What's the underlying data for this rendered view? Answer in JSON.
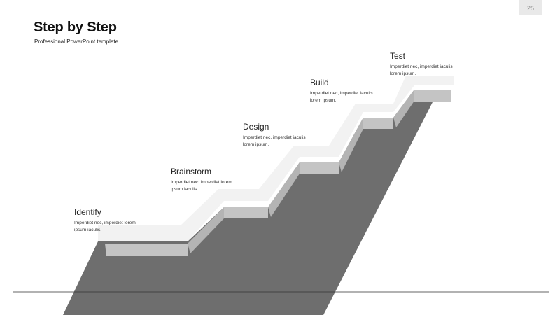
{
  "page_number": "25",
  "header": {
    "title": "Step by Step",
    "subtitle": "Professional PowerPoint template"
  },
  "steps": [
    {
      "title": "Identify",
      "description": "Imperdiet nec, imperdiet lorem ipsum iaculis."
    },
    {
      "title": "Brainstorm",
      "description": "Imperdiet nec, imperdiet lorem ipsum iaculis."
    },
    {
      "title": "Design",
      "description": "Imperdiet nec, imperdiet iaculis lorem ipsum."
    },
    {
      "title": "Build",
      "description": "Imperdiet nec, imperdiet iaculis lorem ipsum."
    },
    {
      "title": "Test",
      "description": "Imperdiet nec, imperdiet iaculis lorem ipsum."
    }
  ],
  "colors": {
    "shadow": "#6e6e6e",
    "tread_top": "#f2f2f2",
    "riser": "#c4c4c4",
    "baseline": "#333333"
  }
}
